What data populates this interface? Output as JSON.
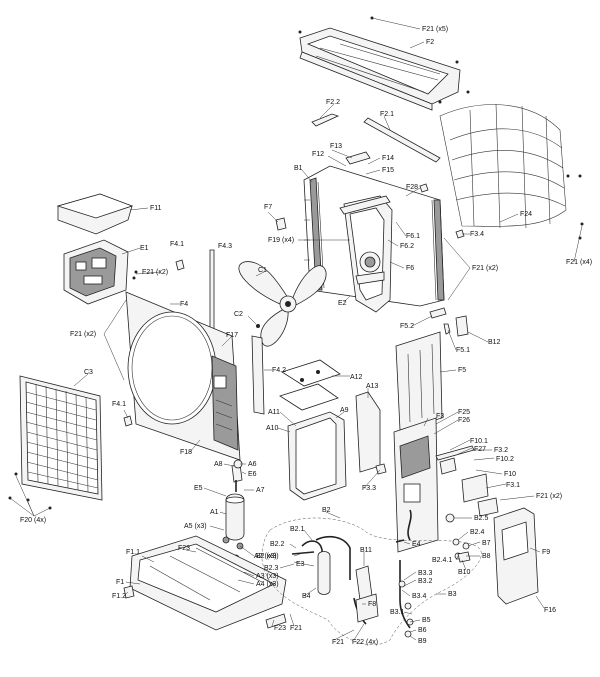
{
  "labels": {
    "F21x5": "F21 (x5)",
    "F2": "F2",
    "F2_2": "F2.2",
    "F2_1": "F2.1",
    "F13": "F13",
    "F12": "F12",
    "F14": "F14",
    "F15": "F15",
    "B1": "B1",
    "F28": "F28",
    "F24": "F24",
    "F11": "F11",
    "F7": "F7",
    "F6_1": "F6.1",
    "F3_4": "F3.4",
    "F19x4": "F19 (x4)",
    "F6_2": "F6.2",
    "F6": "F6",
    "F21x4": "F21 (x4)",
    "E1": "E1",
    "F4_1a": "F4.1",
    "F4_3": "F4.3",
    "F21x2a": "F21 (x2)",
    "C1": "C1",
    "F21x2b": "F21 (x2)",
    "E2": "E2",
    "F4": "F4",
    "C2": "C2",
    "F5_2": "F5.2",
    "B12": "B12",
    "F21x2c": "F21 (x2)",
    "F17": "F17",
    "F5_1": "F5.1",
    "F4_2": "F4.2",
    "F5": "F5",
    "C3": "C3",
    "A12": "A12",
    "A13": "A13",
    "F4_1b": "F4.1",
    "A11": "A11",
    "A9": "A9",
    "F25": "F25",
    "F3": "F3",
    "F26": "F26",
    "A10": "A10",
    "F18": "F18",
    "F10_1": "F10.1",
    "F27": "F27",
    "F3_2": "F3.2",
    "F10_2": "F10.2",
    "A8": "A8",
    "A6": "A6",
    "E6": "E6",
    "F10": "F10",
    "F3_3": "F3.3",
    "E5": "E5",
    "A7": "A7",
    "F3_1": "F3.1",
    "F21x2d": "F21 (x2)",
    "F20x4": "F20 (4x)",
    "A1": "A1",
    "B2": "B2",
    "B2_5": "B2.5",
    "A5x3": "A5 (x3)",
    "B2_1": "B2.1",
    "B2_4": "B2.4",
    "F9": "F9",
    "B2_2": "B2.2",
    "E4": "E4",
    "B7": "B7",
    "F23a": "F23",
    "B2x3": "B2 (x3)",
    "B8": "B8",
    "B11": "B11",
    "A2x3": "A2 (x3)",
    "B2_4_1": "B2.4.1",
    "F1_1": "F1.1",
    "E3": "E3",
    "B2_3": "B2.3",
    "B10": "B10",
    "A3x3": "A3 (x3)",
    "B3_3": "B3.3",
    "F1": "F1",
    "A4x3": "A4 (x3)",
    "B3_2": "B3.2",
    "F1_2": "F1.2",
    "B4": "B4",
    "B3": "B3",
    "F16": "F16",
    "B3_4": "B3.4",
    "F8": "F8",
    "B3_1": "B3.1",
    "B5": "B5",
    "F23b": "F23",
    "F21a": "F21",
    "B6": "B6",
    "F21b": "F21",
    "F22x4": "F22 (4x)",
    "B9": "B9"
  }
}
